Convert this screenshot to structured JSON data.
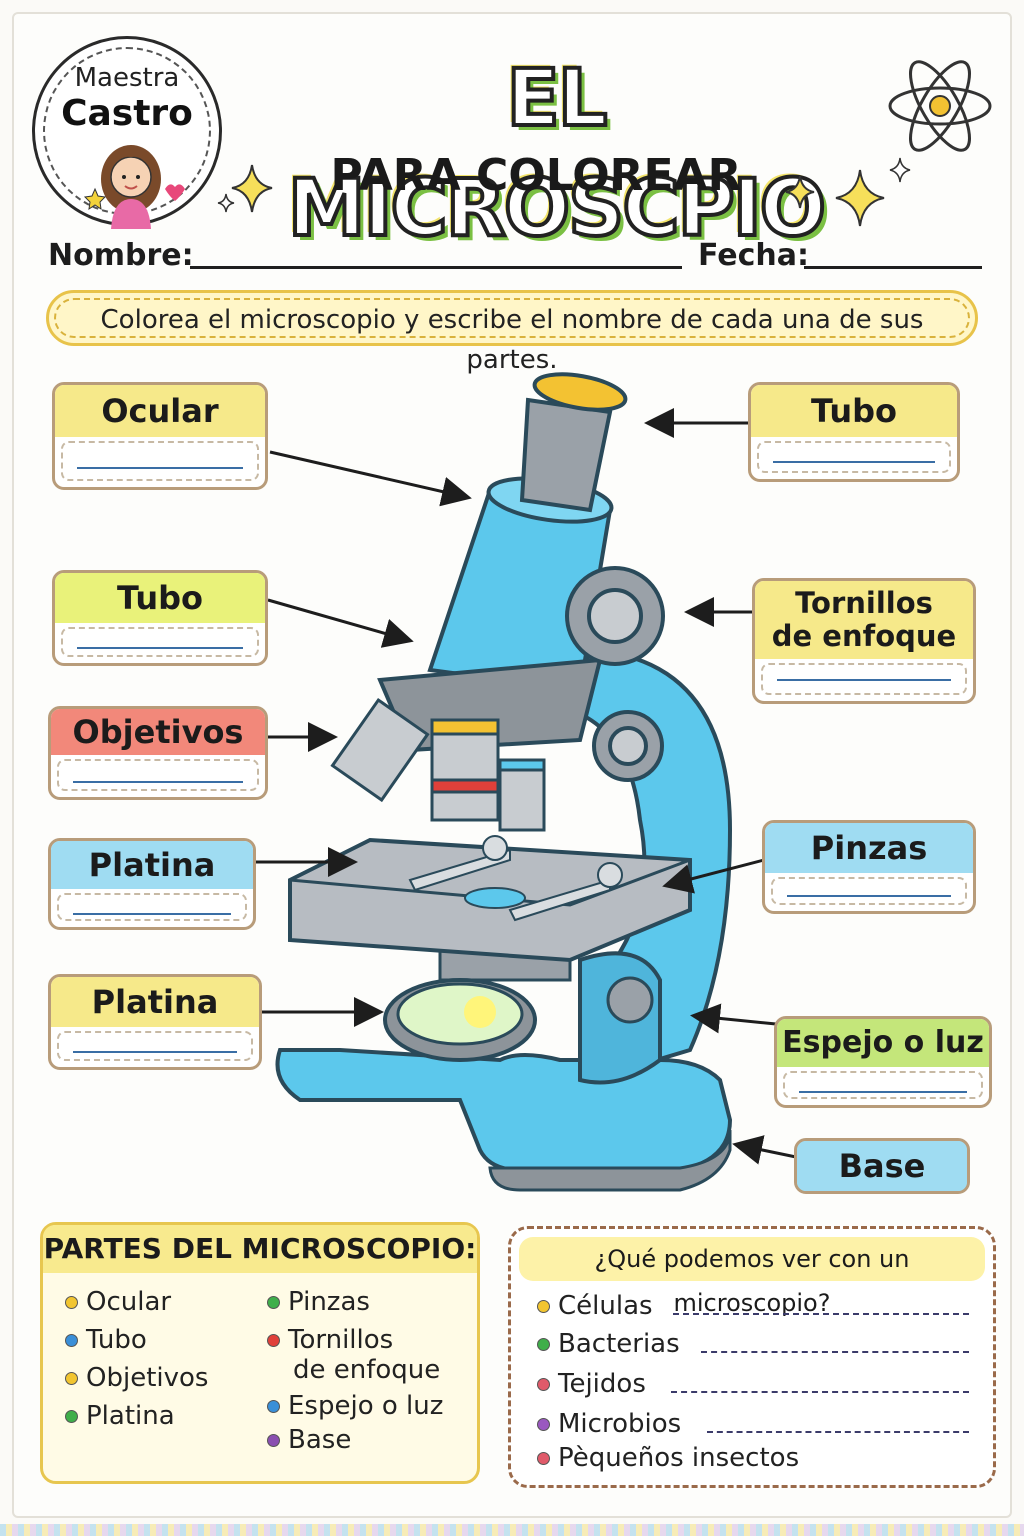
{
  "badge": {
    "line1": "Maestra",
    "line2": "Castro"
  },
  "header": {
    "title": "EL MICROSCPIO",
    "subtitle": "PARA COLOREAR"
  },
  "form": {
    "name_label": "Nombre:",
    "date_label": "Fecha:"
  },
  "instruction": "Colorea el microscopio y escribe el nombre de cada una de sus partes.",
  "labels": [
    {
      "text": "Ocular",
      "color": "#f6e98a"
    },
    {
      "text": "Tubo",
      "color": "#e9f27a"
    },
    {
      "text": "Objetivos",
      "color": "#f2887a"
    },
    {
      "text": "Platina",
      "color": "#9fdcf2"
    },
    {
      "text": "Platina",
      "color": "#f6e98a"
    },
    {
      "text": "Tubo",
      "color": "#f6e98a"
    },
    {
      "text": "Tornillos de enfoque",
      "line1": "Tornillos",
      "line2": "de enfoque",
      "color": "#f6e98a"
    },
    {
      "text": "Pinzas",
      "color": "#9fdcf2"
    },
    {
      "text": "Espejo o luz",
      "color": "#c4e67a"
    },
    {
      "text": "Base",
      "color": "#9fdcf2"
    }
  ],
  "parts_box": {
    "title": "PARTES DEL MICROSCOPIO:",
    "left": [
      {
        "text": "Ocular",
        "color": "#f2c530"
      },
      {
        "text": "Tubo",
        "color": "#3a8fd8"
      },
      {
        "text": "Objetivos",
        "color": "#f2c530"
      },
      {
        "text": "Platina",
        "color": "#3fae4a"
      }
    ],
    "right": [
      {
        "text": "Pinzas",
        "color": "#3fae4a"
      },
      {
        "text": "Tornillos",
        "text2": "de enfoque",
        "color": "#e0403a"
      },
      {
        "text": "Espejo o luz",
        "color": "#3a8fd8"
      },
      {
        "text": "Base",
        "color": "#8a4fb0"
      }
    ]
  },
  "see_box": {
    "title": "¿Qué podemos ver con un microscopio?",
    "items": [
      {
        "text": "Células",
        "color": "#f2c530"
      },
      {
        "text": "Bacterias",
        "color": "#3fae4a"
      },
      {
        "text": "Tejidos",
        "color": "#e05a6a"
      },
      {
        "text": "Microbios",
        "color": "#9a58c0"
      },
      {
        "text": "Pèqueños insectos",
        "color": "#e05a6a"
      }
    ]
  },
  "colors": {
    "microscope_blue": "#5cc8ec",
    "metal": "#b7bcc2",
    "accent_yellow": "#f3c232"
  }
}
